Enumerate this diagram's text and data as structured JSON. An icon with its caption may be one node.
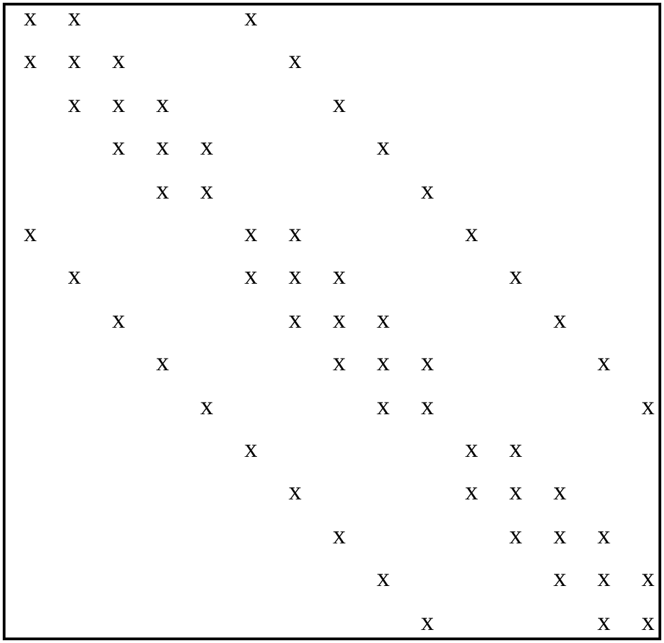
{
  "diagram": {
    "labels": [
      "x",
      "x",
      "x",
      "x",
      "x",
      "x",
      "x",
      "x",
      "x",
      "x",
      "x",
      "x",
      "x",
      "x",
      "x",
      "x",
      "x",
      "x",
      "x",
      "x",
      "x",
      "x",
      "x",
      "x",
      "x",
      "x",
      "x",
      "x",
      "x",
      "x",
      "x",
      "x",
      "x",
      "x",
      "x",
      "x",
      "x",
      "x",
      "x",
      "x",
      "x",
      "x",
      "x",
      "x",
      "x",
      "x",
      "x",
      "x",
      "x",
      "x",
      "x",
      "x",
      "x",
      "x",
      "x",
      "x",
      "x",
      "x",
      "x"
    ]
  }
}
